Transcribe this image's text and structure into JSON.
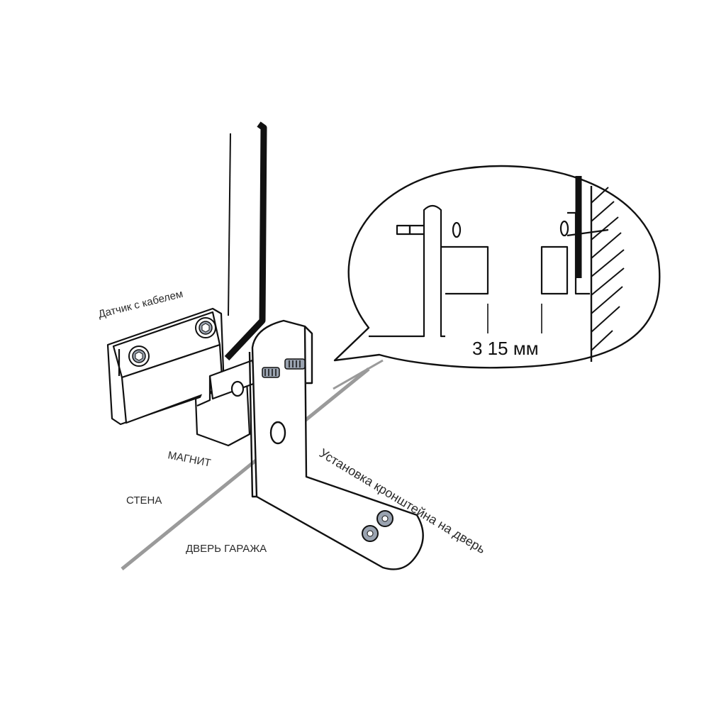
{
  "labels": {
    "sensor": "Датчик с кабелем",
    "magnet": "МАГНИТ",
    "wall": "СТЕНА",
    "door": "ДВЕРЬ ГАРАЖА",
    "bracket": "Установка кронштейна на дверь",
    "gap": "3 15 мм"
  },
  "colors": {
    "line": "#111111",
    "screw": "#9aa3b0",
    "floor": "#9a9a9a"
  }
}
